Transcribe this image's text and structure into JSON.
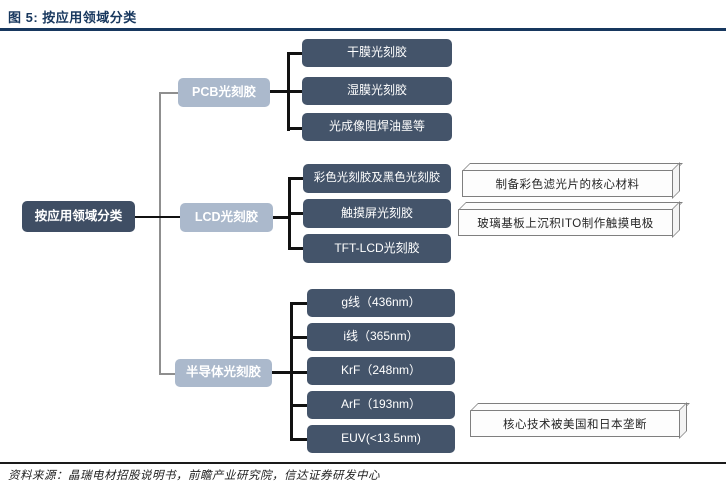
{
  "figure": {
    "title": "图 5: 按应用领域分类"
  },
  "source": {
    "text": "资料来源：晶瑞电材招股说明书，前瞻产业研究院，信达证券研发中心"
  },
  "colors": {
    "title_navy": "#17375e",
    "node_dark": "#44546a",
    "node_light": "#abb9cc",
    "connector_black": "#111111",
    "connector_gray": "#8f8f8f"
  },
  "tree": {
    "root": {
      "label": "按应用领域分类"
    },
    "branches": [
      {
        "parent": "PCB光刻胶",
        "children": [
          "干膜光刻胶",
          "湿膜光刻胶",
          "光成像阻焊油墨等"
        ]
      },
      {
        "parent": "LCD光刻胶",
        "children": [
          "彩色光刻胶及黑色光刻胶",
          "触摸屏光刻胶",
          "TFT-LCD光刻胶"
        ],
        "annotations": [
          "制备彩色滤光片的核心材料",
          "玻璃基板上沉积ITO制作触摸电极"
        ]
      },
      {
        "parent": "半导体光刻胶",
        "children": [
          "g线（436nm）",
          "i线（365nm）",
          "KrF（248nm）",
          "ArF（193nm）",
          "EUV(<13.5nm)"
        ],
        "annotations": [
          "核心技术被美国和日本垄断"
        ]
      }
    ]
  }
}
